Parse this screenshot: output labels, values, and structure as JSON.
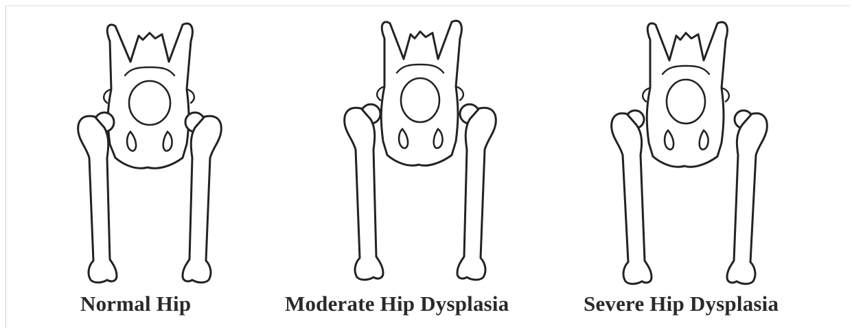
{
  "figure": {
    "panels": [
      {
        "id": "normal",
        "caption": "Normal Hip"
      },
      {
        "id": "moderate",
        "caption": "Moderate Hip Dysplasia"
      },
      {
        "id": "severe",
        "caption": "Severe Hip Dysplasia"
      }
    ]
  }
}
